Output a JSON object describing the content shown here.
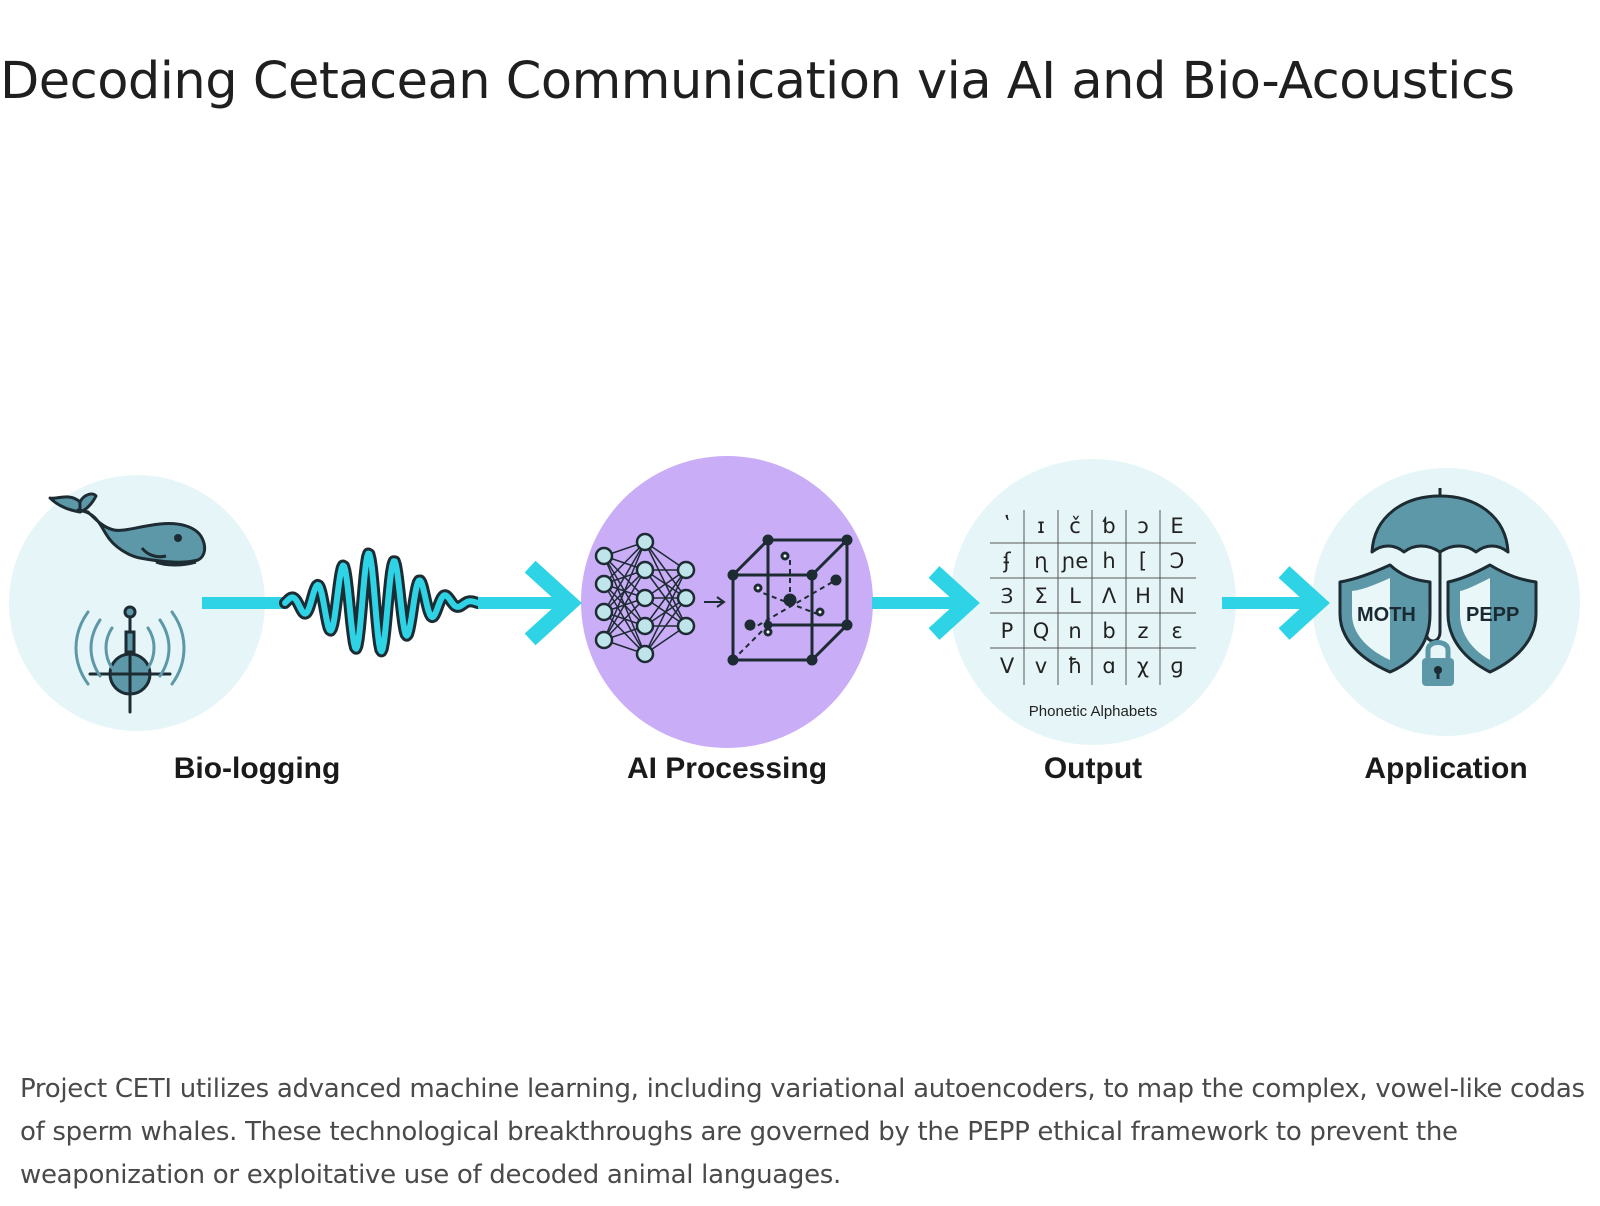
{
  "title": "Decoding Cetacean Communication via AI and Bio-Acoustics",
  "stages": [
    {
      "label": "Bio-logging"
    },
    {
      "label": "AI Processing"
    },
    {
      "label": "Output"
    },
    {
      "label": "Application"
    }
  ],
  "output": {
    "caption": "Phonetic Alphabets",
    "grid": [
      [
        "ʽ",
        "ɪ",
        "č",
        "ƅ",
        "ɔ",
        "E"
      ],
      [
        "ʄ",
        "ɳ",
        "ɲe",
        "h",
        "[",
        "Ɔ"
      ],
      [
        "Ɜ",
        "Σ",
        "L",
        "Λ",
        "H",
        "N"
      ],
      [
        "P",
        "Q",
        "n",
        "b",
        "z",
        "ɛ"
      ],
      [
        "V",
        "v",
        "ħ",
        "ɑ",
        "χ",
        "ɡ"
      ]
    ]
  },
  "application": {
    "shield_left": "MOTH",
    "shield_right": "PEPP"
  },
  "description": "Project CETI utilizes advanced machine learning, including variational autoencoders, to map the complex, vowel-like codas of sperm whales. These technological breakthroughs are governed by the PEPP ethical framework to prevent the weaponization or exploitative use of decoded animal languages.",
  "colors": {
    "stage_bg": "#e6f6f8",
    "ai_bg": "#c9adf7",
    "arrow": "#2fd3e6",
    "icon_fill": "#5d98a8",
    "stroke": "#1d2b33"
  }
}
